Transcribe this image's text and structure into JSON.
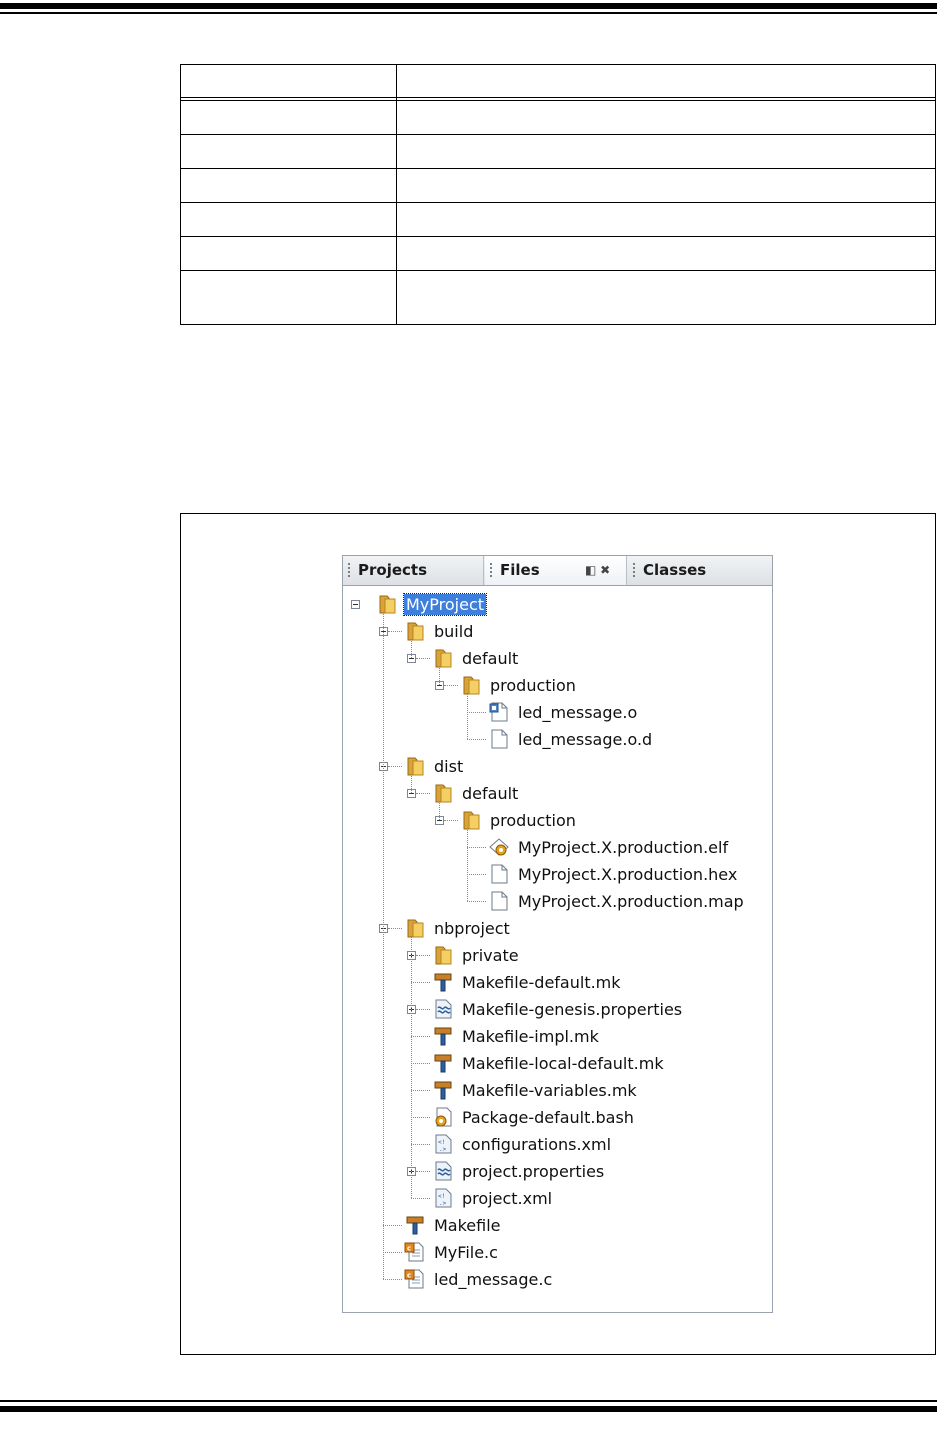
{
  "panel": {
    "tabs": [
      {
        "label": "Projects"
      },
      {
        "label": "Files",
        "controls": "◧ ✖"
      },
      {
        "label": "Classes"
      }
    ]
  },
  "tree": [
    {
      "label": "MyProject",
      "icon": "folder-icon",
      "expander": "minus",
      "selected": true
    },
    {
      "label": "build",
      "icon": "folder-icon",
      "expander": "minus"
    },
    {
      "label": "default",
      "icon": "folder-icon",
      "expander": "minus"
    },
    {
      "label": "production",
      "icon": "folder-icon",
      "expander": "minus"
    },
    {
      "label": "led_message.o",
      "icon": "object-file-icon"
    },
    {
      "label": "led_message.o.d",
      "icon": "file-icon"
    },
    {
      "label": "dist",
      "icon": "folder-icon",
      "expander": "minus"
    },
    {
      "label": "default",
      "icon": "folder-icon",
      "expander": "minus"
    },
    {
      "label": "production",
      "icon": "folder-icon",
      "expander": "minus"
    },
    {
      "label": "MyProject.X.production.elf",
      "icon": "elf-gear-icon"
    },
    {
      "label": "MyProject.X.production.hex",
      "icon": "file-icon"
    },
    {
      "label": "MyProject.X.production.map",
      "icon": "file-icon"
    },
    {
      "label": "nbproject",
      "icon": "folder-icon",
      "expander": "minus"
    },
    {
      "label": "private",
      "icon": "folder-icon",
      "expander": "plus"
    },
    {
      "label": "Makefile-default.mk",
      "icon": "hammer-icon"
    },
    {
      "label": "Makefile-genesis.properties",
      "icon": "properties-icon",
      "expander": "plus"
    },
    {
      "label": "Makefile-impl.mk",
      "icon": "hammer-icon"
    },
    {
      "label": "Makefile-local-default.mk",
      "icon": "hammer-icon"
    },
    {
      "label": "Makefile-variables.mk",
      "icon": "hammer-icon"
    },
    {
      "label": "Package-default.bash",
      "icon": "script-gear-icon"
    },
    {
      "label": "configurations.xml",
      "icon": "xml-file-icon"
    },
    {
      "label": "project.properties",
      "icon": "properties-icon",
      "expander": "plus"
    },
    {
      "label": "project.xml",
      "icon": "xml-file-icon"
    },
    {
      "label": "Makefile",
      "icon": "hammer-icon"
    },
    {
      "label": "MyFile.c",
      "icon": "c-source-icon"
    },
    {
      "label": "led_message.c",
      "icon": "c-source-icon"
    }
  ]
}
